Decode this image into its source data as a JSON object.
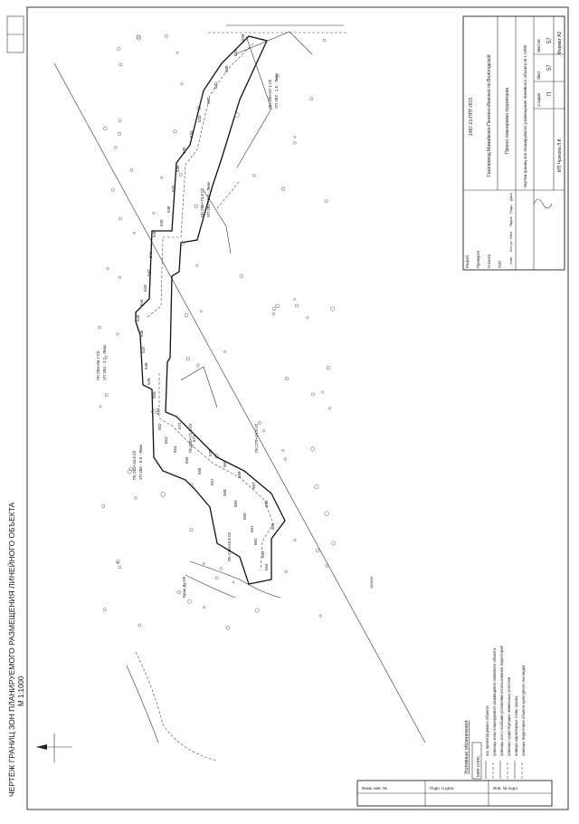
{
  "sheet": {
    "left_title": "ЧЕРТЁЖ ГРАНИЦ ЗОН ПЛАНИРУЕМОГО РАЗМЕЩЕНИЯ ЛИНЕЙНОГО ОБЪЕКТА",
    "left_scale": "М 1:1000",
    "format": "Формат А2"
  },
  "title_block": {
    "code": "1487-21-ППТ-ЛОЗ",
    "object": "Газопровод Мамайково-Пенкино-Ивакино по Вологодской",
    "project": "Проект планировки территории",
    "drawing": "Чертёж границ зон планируемого размещения линейного объекта М 1:1000",
    "stage": "П",
    "sheet_no": "57",
    "sheets_total": "57",
    "stage_label": "Стадия",
    "sheet_label": "Лист",
    "sheets_label": "Листов",
    "company": "ИП Чулкова Л.К.",
    "col_labels": [
      "Изм.",
      "Кол.уч",
      "Лист",
      "№док",
      "Подп.",
      "Дата"
    ],
    "roles": [
      "Разраб.",
      "Проверил",
      "Н.контр.",
      "ГИП"
    ]
  },
  "route_labels": [
    "528",
    "529",
    "530",
    "531",
    "532",
    "533",
    "534",
    "535",
    "536",
    "537",
    "538",
    "539",
    "540",
    "541",
    "542",
    "543",
    "544",
    "545",
    "546",
    "547",
    "548",
    "549",
    "550",
    "551",
    "552",
    "553",
    "554",
    "555",
    "556",
    "557",
    "558",
    "559",
    "560",
    "561",
    "562",
    "563",
    "564",
    "565",
    "566",
    "567",
    "568",
    "569",
    "570",
    "571",
    "572"
  ],
  "annotations": [
    "ПК 290+67.1 t/2",
    "УП 282 - 1.5 - Лево",
    "ПК 286+73.6 t/2",
    "УП 283 - 2.5 - Лево",
    "ПК 283+86.7 t/2",
    "УП 284 - 3.7 - Лево",
    "ПК 282+34.6 t/2",
    "УП 286 - 6.8 - Лево",
    "ПК 280+71.6 t/2",
    "ПК 279+44.0 t/2",
    "ПК 278+53.5 t/2",
    "Кран Ду-50"
  ],
  "legend": {
    "title": "Условные обозначения",
    "items": [
      "ось проектируемого объекта",
      "границы зоны планируемого размещения линейного объекта",
      "границы зон с особыми условиями использования территорий",
      "границы существующих земельных участков",
      "номера характерных точек границ",
      "границы территории объекта культурного наследия"
    ],
    "box_label": "МКФ АЛЛС"
  },
  "stamp_bottom": [
    "Взам. инв. №",
    "Подп. и дата",
    "Инв. № подл."
  ]
}
